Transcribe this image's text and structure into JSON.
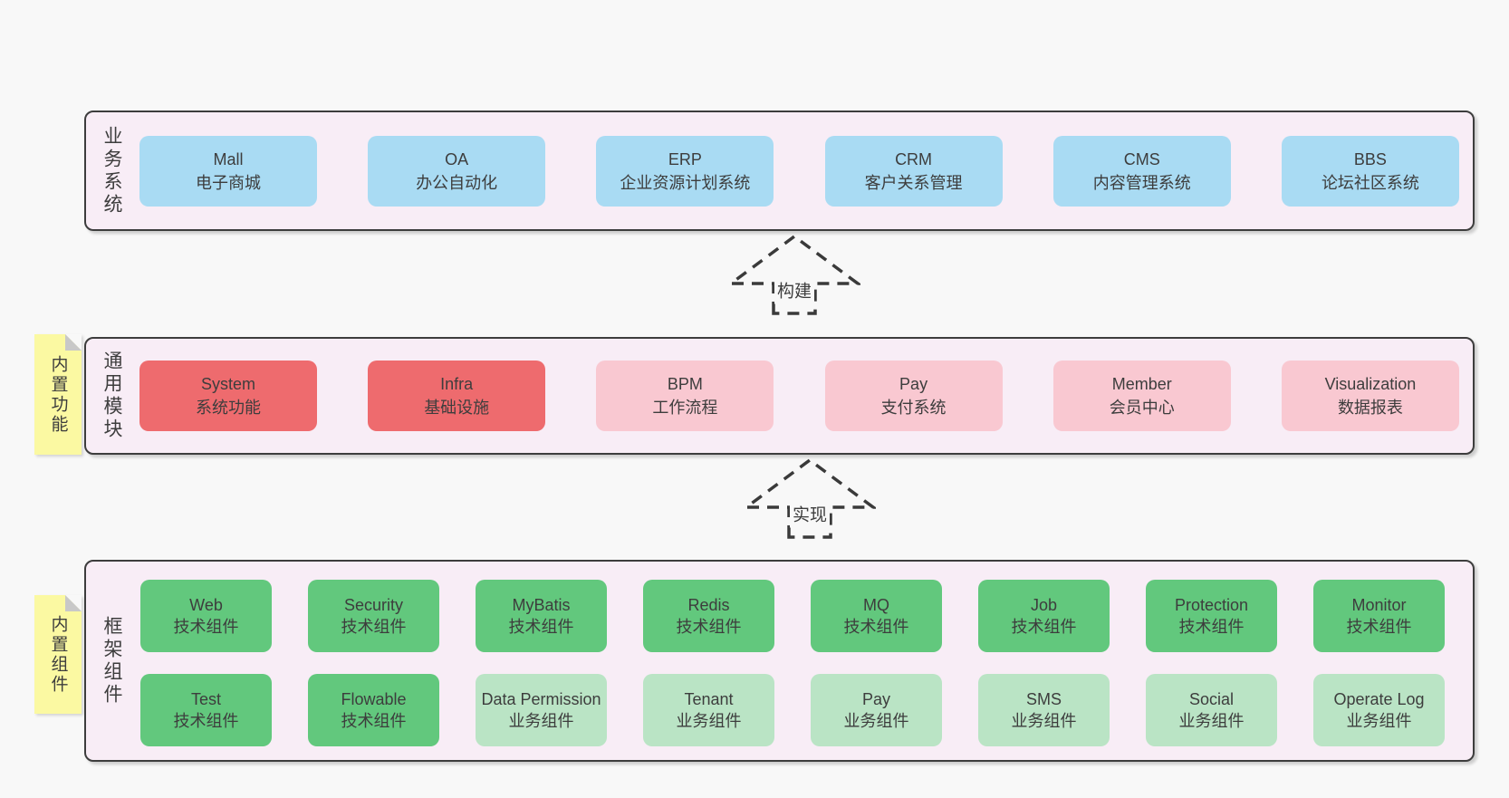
{
  "colors": {
    "page_bg": "#f8f8f8",
    "layer_bg": "#f8edf6",
    "layer_border": "#3d3d3d",
    "blue_box": "#a9dbf3",
    "red_box": "#ee6b6e",
    "pink_box": "#f9c8d1",
    "green_box": "#62c87d",
    "light_green_box": "#bae4c5",
    "sticky_note": "#fbf9a2",
    "note_fold": "#c8c8c8",
    "text": "#3d3d3d"
  },
  "arrows": [
    {
      "label": "构建"
    },
    {
      "label": "实现"
    }
  ],
  "notes": [
    {
      "text": "内置功能"
    },
    {
      "text": "内置组件"
    }
  ],
  "layers": [
    {
      "label": "业务系统",
      "boxes": [
        {
          "title": "Mall",
          "subtitle": "电子商城",
          "variant": "blue"
        },
        {
          "title": "OA",
          "subtitle": "办公自动化",
          "variant": "blue"
        },
        {
          "title": "ERP",
          "subtitle": "企业资源计划系统",
          "variant": "blue"
        },
        {
          "title": "CRM",
          "subtitle": "客户关系管理",
          "variant": "blue"
        },
        {
          "title": "CMS",
          "subtitle": "内容管理系统",
          "variant": "blue"
        },
        {
          "title": "BBS",
          "subtitle": "论坛社区系统",
          "variant": "blue"
        }
      ]
    },
    {
      "label": "通用模块",
      "boxes": [
        {
          "title": "System",
          "subtitle": "系统功能",
          "variant": "red"
        },
        {
          "title": "Infra",
          "subtitle": "基础设施",
          "variant": "red"
        },
        {
          "title": "BPM",
          "subtitle": "工作流程",
          "variant": "pink"
        },
        {
          "title": "Pay",
          "subtitle": "支付系统",
          "variant": "pink"
        },
        {
          "title": "Member",
          "subtitle": "会员中心",
          "variant": "pink"
        },
        {
          "title": "Visualization",
          "subtitle": "数据报表",
          "variant": "pink"
        }
      ]
    },
    {
      "label": "框架组件",
      "rows": [
        [
          {
            "title": "Web",
            "subtitle": "技术组件",
            "variant": "green"
          },
          {
            "title": "Security",
            "subtitle": "技术组件",
            "variant": "green"
          },
          {
            "title": "MyBatis",
            "subtitle": "技术组件",
            "variant": "green"
          },
          {
            "title": "Redis",
            "subtitle": "技术组件",
            "variant": "green"
          },
          {
            "title": "MQ",
            "subtitle": "技术组件",
            "variant": "green"
          },
          {
            "title": "Job",
            "subtitle": "技术组件",
            "variant": "green"
          },
          {
            "title": "Protection",
            "subtitle": "技术组件",
            "variant": "green"
          },
          {
            "title": "Monitor",
            "subtitle": "技术组件",
            "variant": "green"
          }
        ],
        [
          {
            "title": "Test",
            "subtitle": "技术组件",
            "variant": "green"
          },
          {
            "title": "Flowable",
            "subtitle": "技术组件",
            "variant": "green"
          },
          {
            "title": "Data Permission",
            "subtitle": "业务组件",
            "variant": "lightgreen"
          },
          {
            "title": "Tenant",
            "subtitle": "业务组件",
            "variant": "lightgreen"
          },
          {
            "title": "Pay",
            "subtitle": "业务组件",
            "variant": "lightgreen"
          },
          {
            "title": "SMS",
            "subtitle": "业务组件",
            "variant": "lightgreen"
          },
          {
            "title": "Social",
            "subtitle": "业务组件",
            "variant": "lightgreen"
          },
          {
            "title": "Operate Log",
            "subtitle": "业务组件",
            "variant": "lightgreen"
          }
        ]
      ]
    }
  ]
}
